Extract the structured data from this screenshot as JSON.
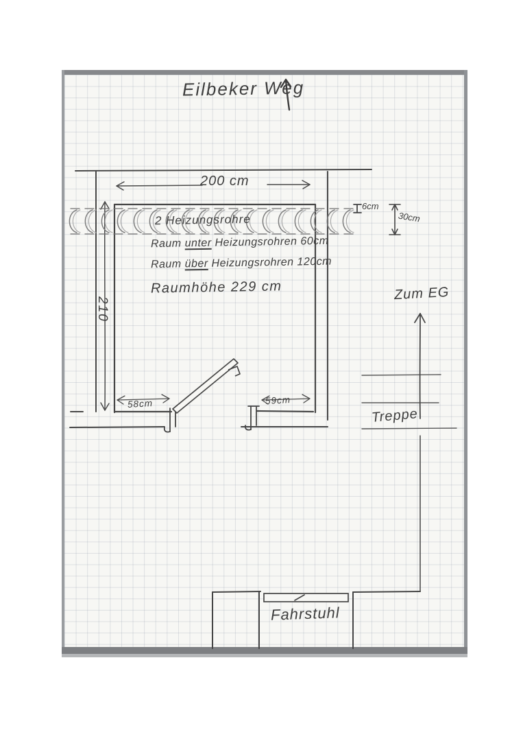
{
  "title": {
    "text": "Eilbeker Weg"
  },
  "dimensions": {
    "room_width": "200 cm",
    "room_depth": "210",
    "pipe_clearance": "6cm",
    "pipe_band_height": "30cm",
    "left_wall_segment": "58cm",
    "right_wall_segment": "59cm"
  },
  "pipes": {
    "label": "2 Heizungsrohre"
  },
  "notes": {
    "under_pipes": {
      "prefix": "Raum ",
      "underlined": "unter",
      "suffix": " Heizungsrohren 60cm"
    },
    "above_pipes": {
      "prefix": "Raum ",
      "underlined": "über",
      "suffix": " Heizungsrohren 120cm"
    },
    "room_height": "Raumhöhe 229 cm"
  },
  "stairs": {
    "label": "Treppe",
    "direction": "Zum EG"
  },
  "elevator": {
    "label": "Fahrstuhl"
  }
}
